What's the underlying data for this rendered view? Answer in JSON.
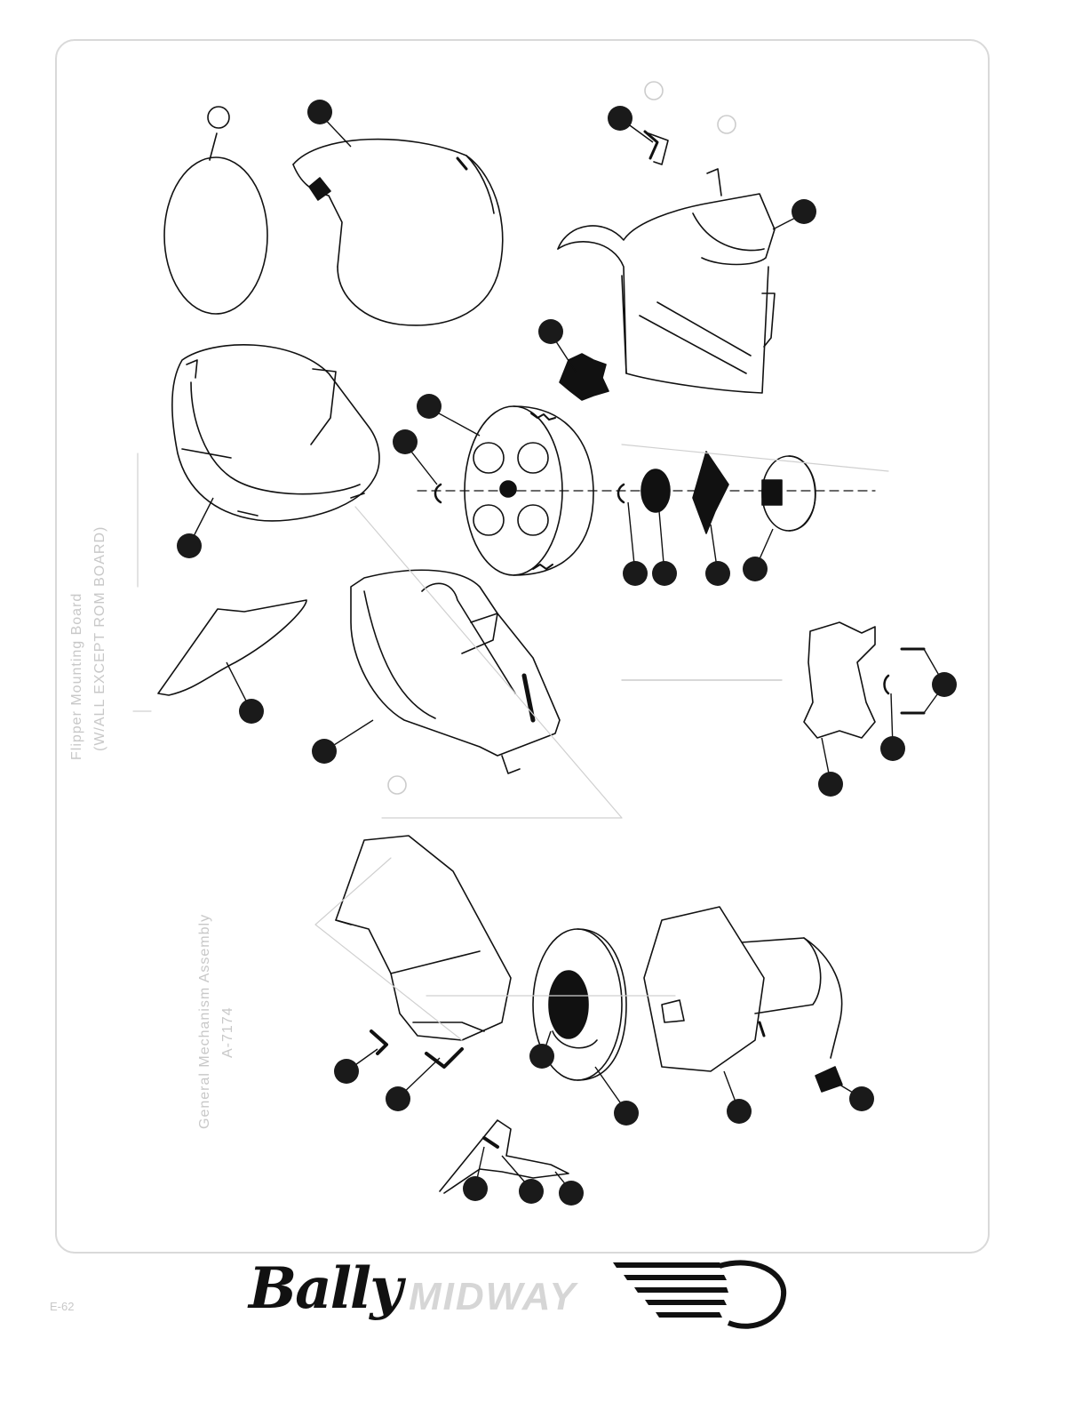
{
  "labels": {
    "upper_assembly_line1": "Flipper Mounting Board",
    "upper_assembly_line2": "(W/ALL EXCEPT ROM BOARD)",
    "lower_assembly_line1": "General Mechanism Assembly",
    "lower_assembly_line2": "A-7174"
  },
  "logo": {
    "brand_script": "Bally",
    "brand_block": "MIDWAY"
  },
  "page_code": "E-62",
  "colors": {
    "line": "#111111",
    "callout": "#1a1a1a",
    "faint": "#c8c8c8"
  }
}
